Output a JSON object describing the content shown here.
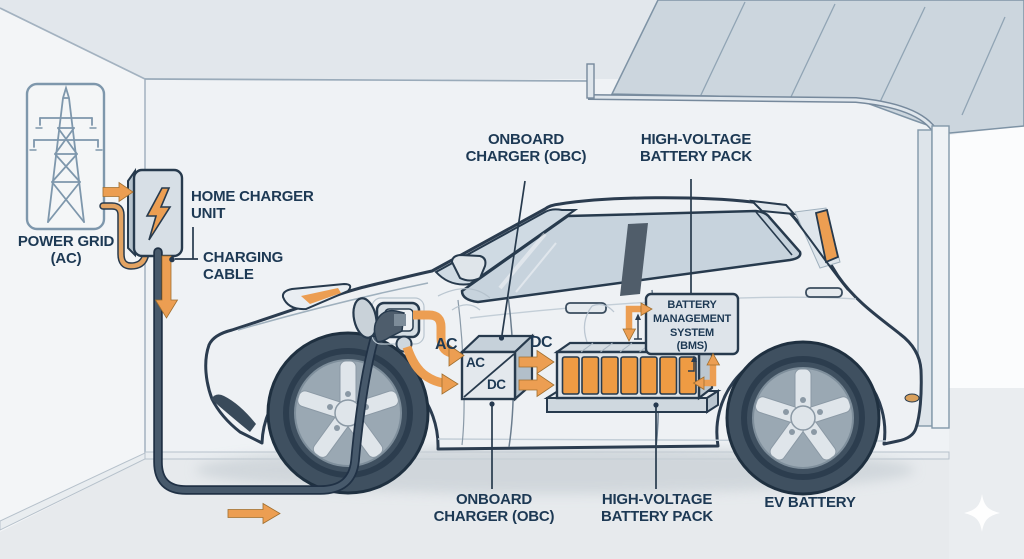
{
  "labels": {
    "power_grid": "POWER GRID\n(AC)",
    "home_charger": "HOME CHARGER\nUNIT",
    "charging_cable": "CHARGING\nCABLE",
    "obc_top": "ONBOARD\nCHARGER (OBC)",
    "hv_battery_top": "HIGH-VOLTAGE\nBATTERY PACK",
    "bms": "BATTERY\nMANAGEMENT\nSYSTEM\n(BMS)",
    "ac_flow": "AC",
    "dc_flow": "DC",
    "obc_box_ac": "AC",
    "obc_box_dc": "DC",
    "obc_bottom": "ONBOARD\nCHARGER (OBC)",
    "hv_battery_bottom": "HIGH-VOLTAGE\nBATTERY PACK",
    "ev_battery": "EV BATTERY"
  },
  "colors": {
    "accent_orange": "#EC9E52",
    "cell_orange": "#EF9B43",
    "outline_navy": "#273A4D",
    "text_navy": "#1D3954",
    "wall": "#EFF2F5",
    "floor": "#E7EAED",
    "door_panel": "#CCD6DE",
    "glass_blue": "#C7D3DD",
    "doorway_white": "#FBFCFD",
    "grid_line_blue": "#7E97AC"
  },
  "icons": {
    "power_pylon_icon": "transmission-tower",
    "lightning_bolt_icon": "lightning-bolt",
    "sparkle_icon": "four-point-star",
    "flow_arrow_icon": "orange-arrow"
  }
}
